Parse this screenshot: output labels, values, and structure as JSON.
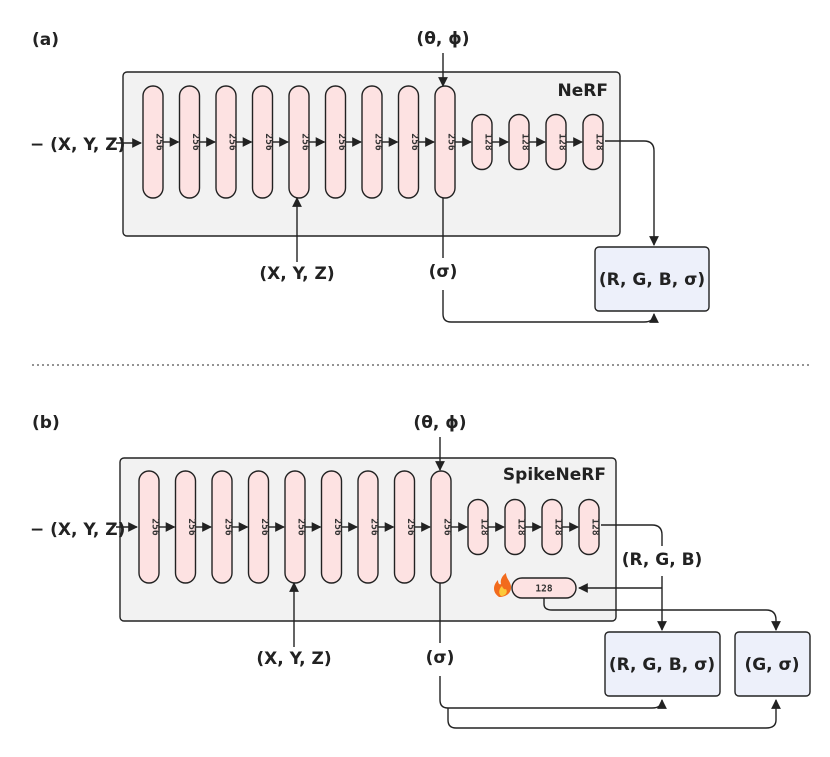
{
  "panel_a": {
    "tag": "(a)",
    "name": "NeRF",
    "view_input": "(θ, ϕ)",
    "input": "− (X, Y, Z)",
    "skip_input": "(X, Y, Z)",
    "density": "(σ)",
    "layers": [
      "256",
      "256",
      "256",
      "256",
      "256",
      "256",
      "256",
      "256",
      "256",
      "128",
      "128",
      "128",
      "128"
    ],
    "output": "(R, G, B, σ)"
  },
  "panel_b": {
    "tag": "(b)",
    "name": "SpikeNeRF",
    "view_input": "(θ, ϕ)",
    "input": "− (X, Y, Z)",
    "skip_input": "(X, Y, Z)",
    "density": "(σ)",
    "layers": [
      "256",
      "256",
      "256",
      "256",
      "256",
      "256",
      "256",
      "256",
      "256",
      "128",
      "128",
      "128",
      "128"
    ],
    "rgb_label": "(R, G, B)",
    "extra_layer": "128",
    "fire_icon": "fire-icon",
    "output_1": "(R, G, B, σ)",
    "output_2": "(G, σ)"
  },
  "colors": {
    "layer_fill": "#fde2e2",
    "panel_fill": "#f2f2f2",
    "output_fill": "#edf0fa"
  }
}
